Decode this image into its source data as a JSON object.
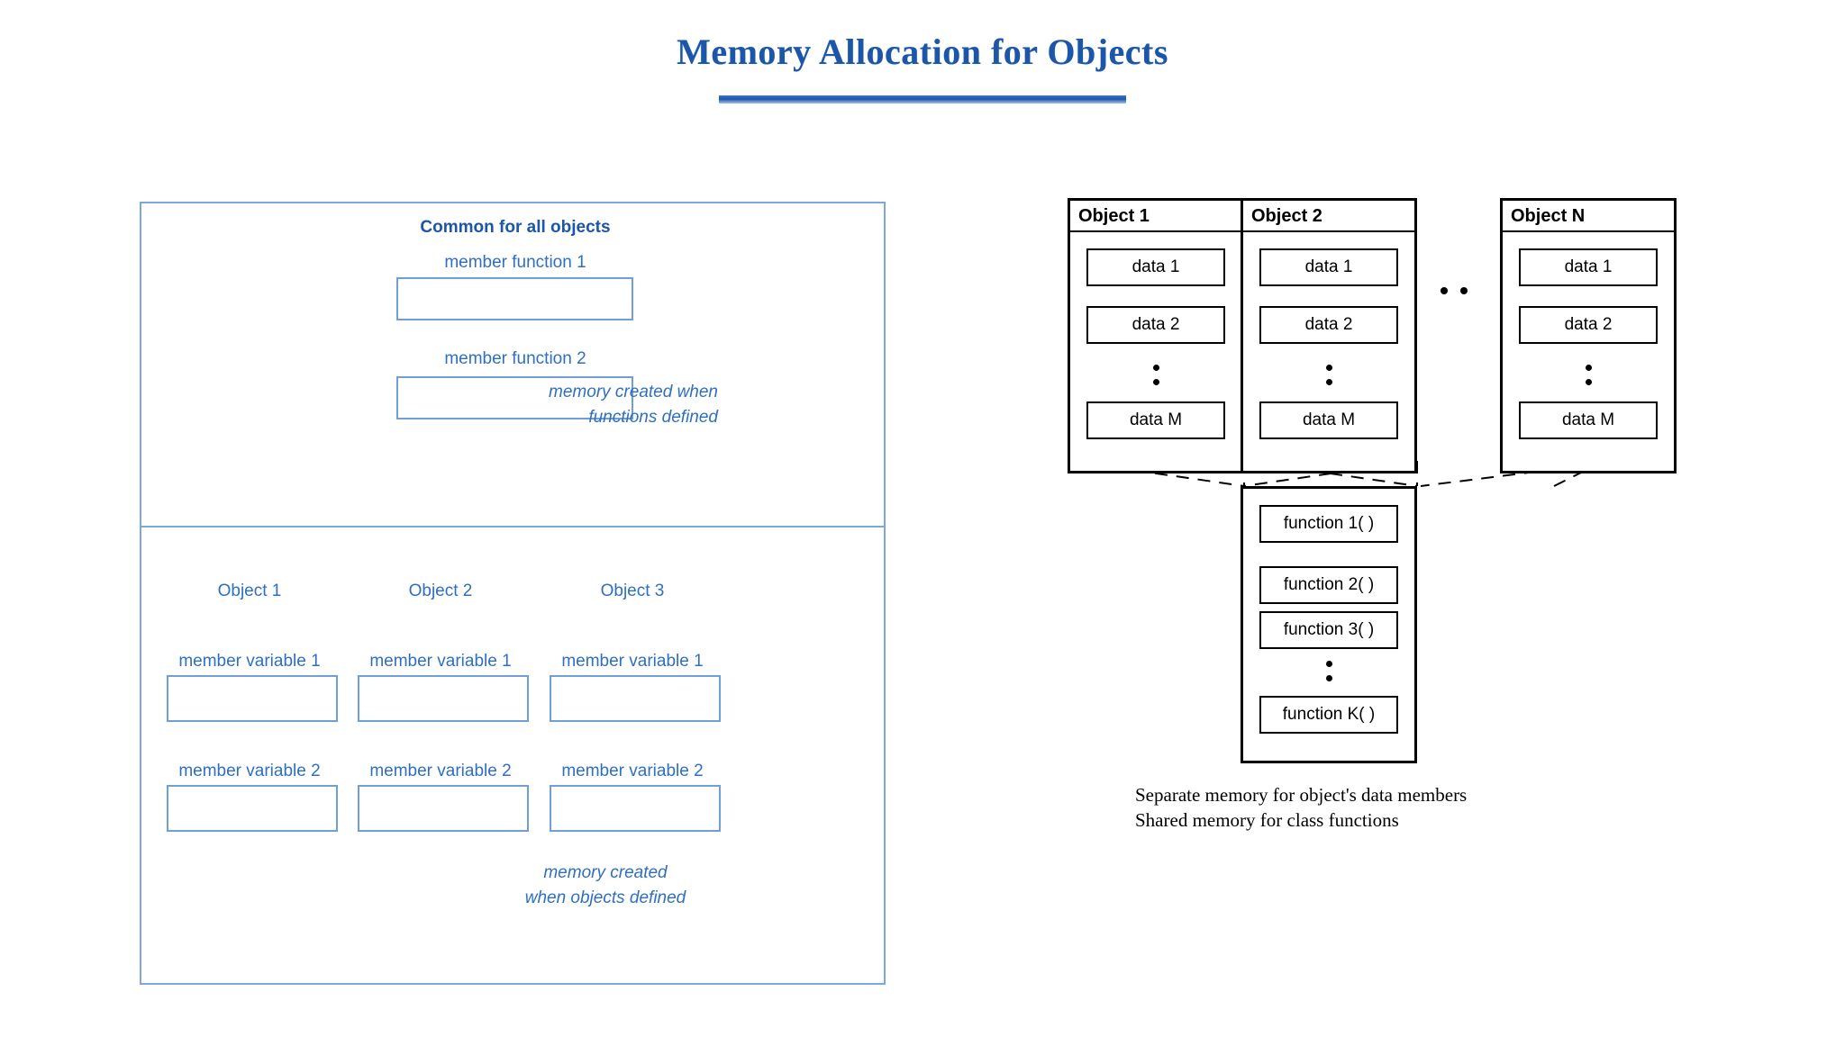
{
  "title": {
    "text": "Memory Allocation for Objects",
    "color": "#1b56a8",
    "underline_color": "#1b56a8"
  },
  "left_panel": {
    "accent_color": "#2f6fc0",
    "shared_section": {
      "heading": "Common for all objects",
      "functions": [
        {
          "label": "member function 1"
        },
        {
          "label": "member function 2"
        }
      ],
      "note_line1": "memory created when",
      "note_line2": "functions defined"
    },
    "objects_section": {
      "columns": [
        {
          "title": "Object 1",
          "variables": [
            "member variable 1",
            "member variable 2"
          ]
        },
        {
          "title": "Object 2",
          "variables": [
            "member variable 1",
            "member variable 2"
          ]
        },
        {
          "title": "Object 3",
          "variables": [
            "member variable 1",
            "member variable 2"
          ]
        }
      ],
      "note_line1": "memory created",
      "note_line2": "when objects defined"
    }
  },
  "right_panel": {
    "line_color": "#000000",
    "objects": [
      {
        "title": "Object 1",
        "items": [
          "data 1",
          "data 2",
          "data M"
        ],
        "ellipsis": "vertical-dots"
      },
      {
        "title": "Object 2",
        "items": [
          "data 1",
          "data 2",
          "data M"
        ],
        "ellipsis": "vertical-dots"
      },
      {
        "title": "Object N",
        "items": [
          "data 1",
          "data 2",
          "data M"
        ],
        "ellipsis": "vertical-dots"
      }
    ],
    "between_objects_ellipsis": "horizontal-dots",
    "shared_functions": {
      "items": [
        "function 1( )",
        "function 2( )",
        "function 3( )",
        "function K( )"
      ],
      "ellipsis": "vertical-dots"
    },
    "caption_line1": "Separate memory for object's data members",
    "caption_line2": "Shared memory for class functions"
  }
}
